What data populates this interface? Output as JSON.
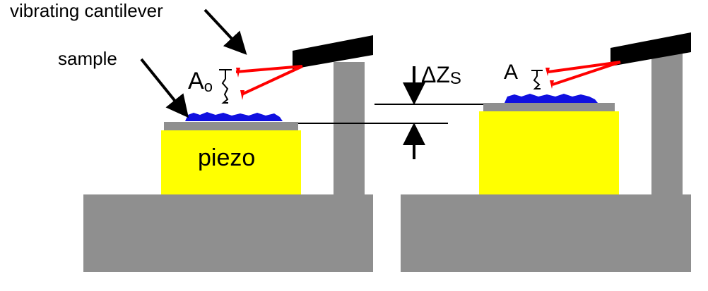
{
  "labels": {
    "cantilever": "vibrating cantilever",
    "sample": "sample",
    "piezo": "piezo",
    "free_amplitude": "A",
    "free_amplitude_sub": "o",
    "damped_amplitude": "A",
    "height_shift_prefix": "ΔZ",
    "height_shift_sub": "S"
  },
  "colors": {
    "base": "#8f8f8f",
    "piezo": "#ffff00",
    "cantilever": "#ff0000",
    "sample": "#1010e0",
    "holder_tip": "#000000"
  }
}
